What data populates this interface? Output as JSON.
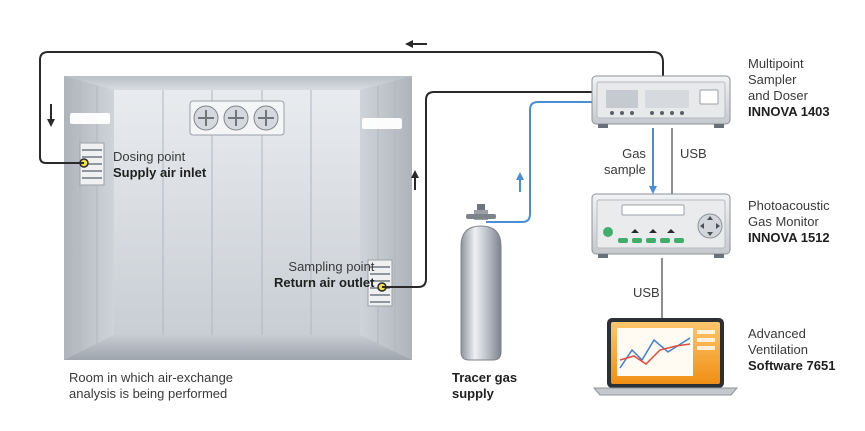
{
  "room": {
    "dosing_point": "Dosing point",
    "supply_air_inlet": "Supply air inlet",
    "sampling_point": "Sampling point",
    "return_air_outlet": "Return air outlet",
    "caption_line1": "Room in which air-exchange",
    "caption_line2": "analysis is being performed"
  },
  "tracer": {
    "line1": "Tracer gas",
    "line2": "supply"
  },
  "sampler": {
    "line1": "Multipoint",
    "line2": "Sampler",
    "line3": "and Doser",
    "model": "INNOVA 1403"
  },
  "monitor": {
    "line1": "Photoacoustic",
    "line2": "Gas Monitor",
    "model": "INNOVA 1512"
  },
  "software": {
    "line1": "Advanced",
    "line2": "Ventilation",
    "model": "Software 7651"
  },
  "connections": {
    "gas_line1": "Gas",
    "gas_line2": "sample",
    "usb_upper": "USB",
    "usb_lower": "USB"
  },
  "colors": {
    "tube_dark": "#2a2a2a",
    "tube_blue": "#4a8fd6",
    "cable_gray": "#8a8f96",
    "screen_orange": "#f39a1e"
  },
  "icons": [
    "fan-icon",
    "vent-grille-icon",
    "gas-cylinder-icon",
    "flow-arrow-icon",
    "laptop-icon"
  ]
}
